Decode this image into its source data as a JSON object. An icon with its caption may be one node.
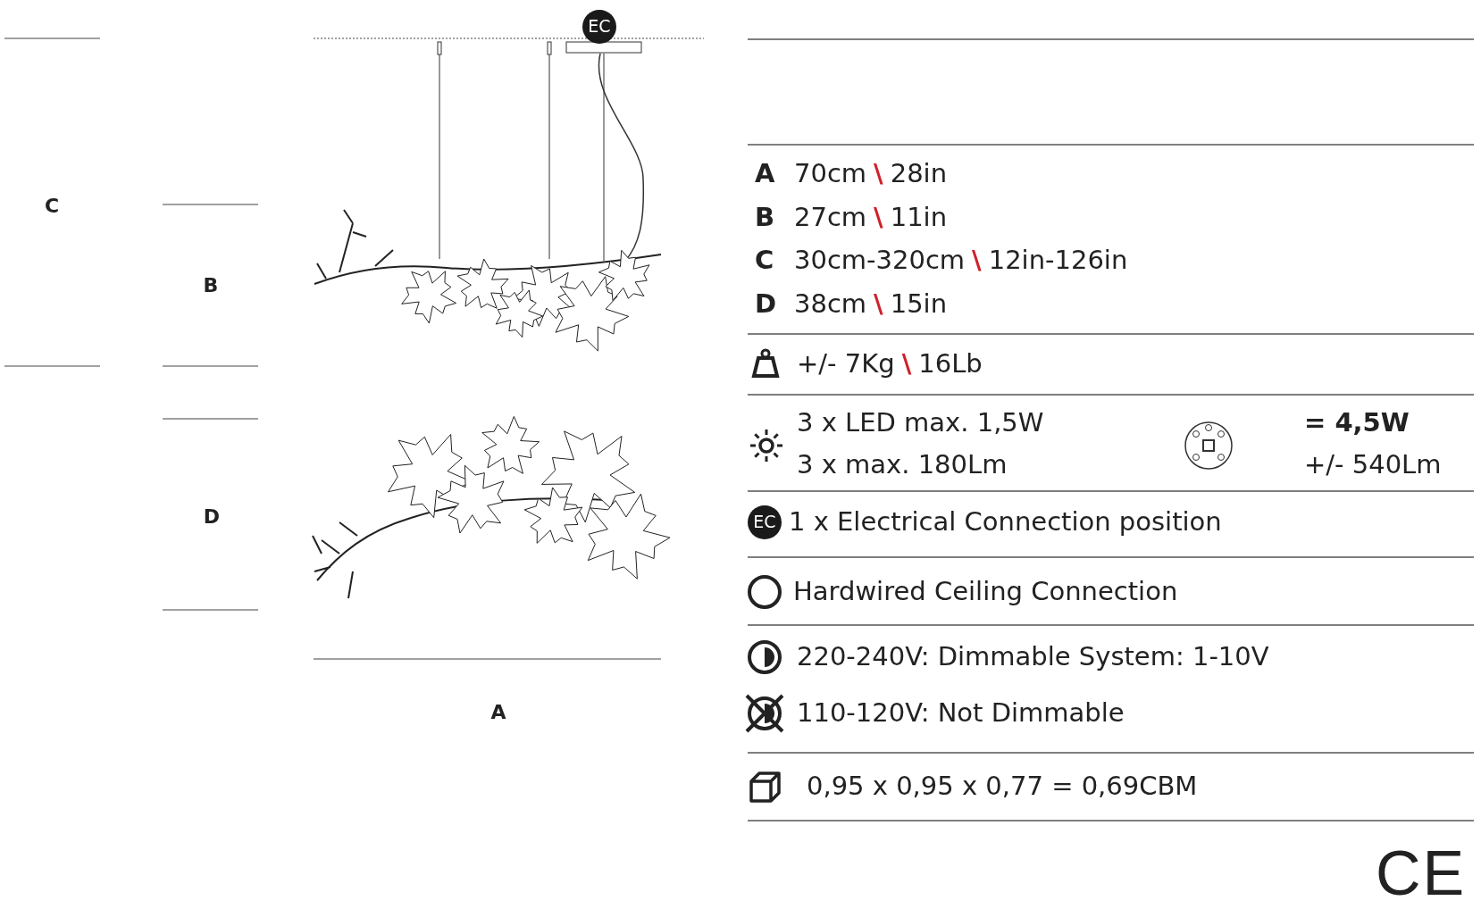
{
  "diagram": {
    "labels": [
      "EC",
      "C",
      "B",
      "D",
      "A",
      "A",
      "70cm",
      "\\",
      "28in",
      "B",
      "27cm",
      "\\",
      "11in",
      "C",
      "30cm-320cm",
      "\\",
      "12in-126in",
      "D",
      "38cm",
      "\\",
      "15in",
      "+/- 7Kg",
      "\\",
      "16Lb",
      "3 x LED max. 1,5W",
      "3 x max. 180Lm",
      "= 4,5W",
      "+/- 540Lm",
      "EC",
      "1 x Electrical Connection position",
      "Hardwired Ceiling Connection",
      "220-240V: Dimmable System: 1-10V",
      "110-120V: Not Dimmable",
      "0,95 x 0,95 x 0,77 = 0,69CBM",
      "CE"
    ]
  }
}
